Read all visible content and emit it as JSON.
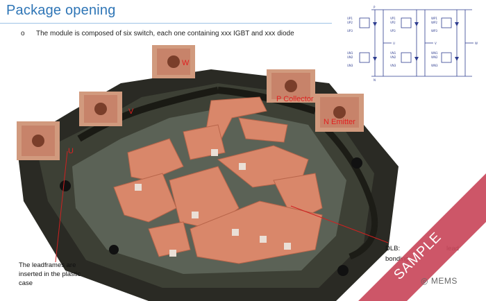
{
  "slide": {
    "title": "Package opening",
    "bullet_marker": "o",
    "bullet": "The module is composed of six switch, each one containing xxx IGBT and xxx diode"
  },
  "labels": {
    "w": "W",
    "v": "V",
    "u": "U",
    "p_collector": "P Collector",
    "n_emitter": "N Emitter"
  },
  "annotations": {
    "leadframes": [
      "The  leadframes  are",
      "inserted in the plastic",
      "case"
    ],
    "dlb_prefix": "DLB:",
    "dlb_lead": "lead",
    "dlb_bonding": "bonding"
  },
  "circuit": {
    "top_terminal": "P",
    "bottom_terminal": "N",
    "outputs": [
      "U",
      "V",
      "W"
    ],
    "gate_labels_top": [
      "UP1",
      "UP2",
      "UP3",
      "VP1",
      "VP2",
      "VP3",
      "WP1",
      "WP2",
      "WP3"
    ],
    "gate_labels_bottom": [
      "UN1",
      "UN2",
      "UN3",
      "VN1",
      "VN2",
      "VN3",
      "WN1",
      "WN2",
      "WN3"
    ]
  },
  "watermark": {
    "sample": "SAMPLE",
    "brand": "MEMS"
  },
  "colors": {
    "title_blue": "#2e75b6",
    "label_red": "#e02020",
    "ribbon": "#c9485b",
    "copper": "#d9876a"
  }
}
